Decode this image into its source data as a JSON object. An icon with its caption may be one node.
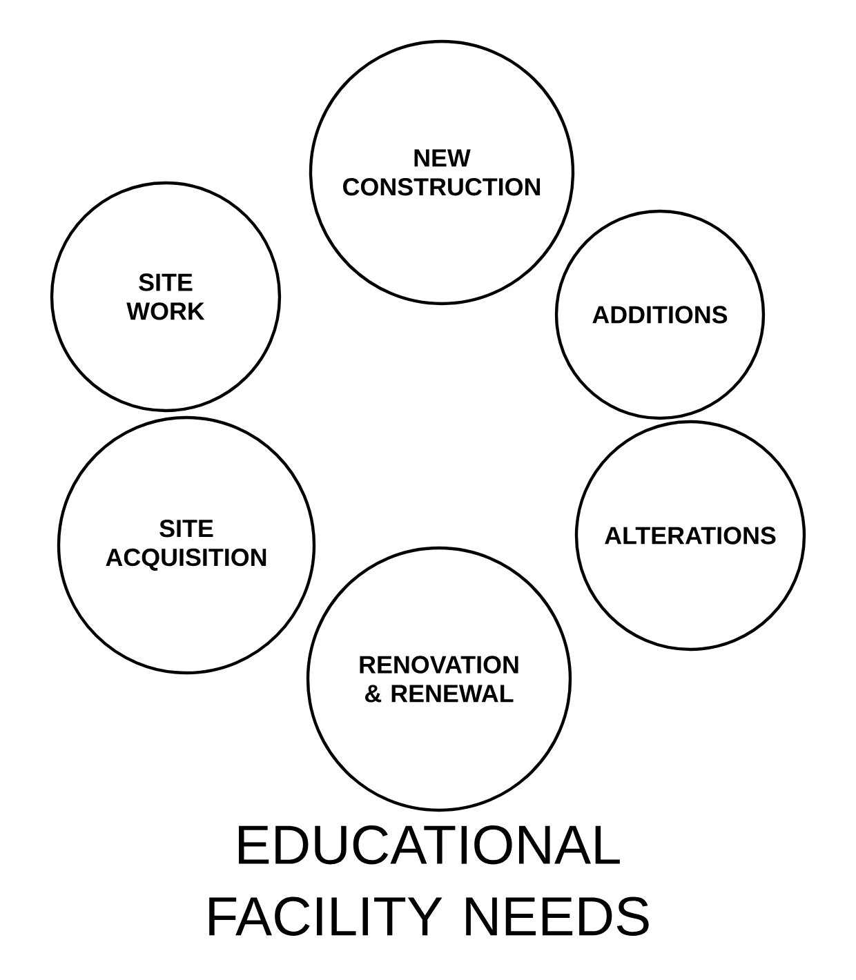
{
  "diagram": {
    "caption": "EDUCATIONAL FACILITY NEEDS",
    "nodes": [
      {
        "text": [
          "NEW CONSTRUCTION"
        ]
      },
      {
        "text": [
          "SITE WORK"
        ]
      },
      {
        "text": [
          "ADDITIONS"
        ]
      },
      {
        "text": [
          "SITE ACQUISITION"
        ]
      },
      {
        "text": [
          "ALTERATIONS"
        ]
      },
      {
        "text": [
          "RENOVATION & RENEWAL"
        ]
      }
    ]
  }
}
